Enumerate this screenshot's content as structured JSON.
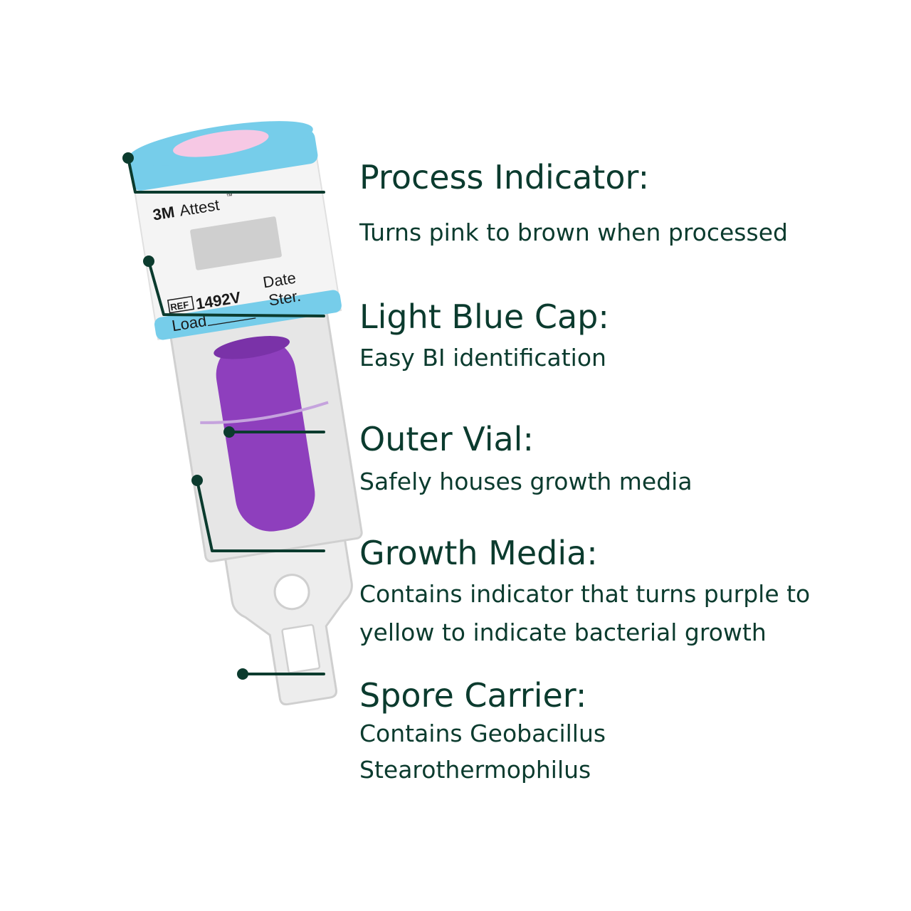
{
  "colors": {
    "text": "#0b3b2e",
    "leader": "#0b3b2e",
    "cap_blue": "#76cdea",
    "process_pink": "#f6c8e4",
    "media_purple": "#8e3fbd",
    "vial_gray": "#e9e9e9",
    "label_white": "#f4f4f4",
    "label_box": "#cfcfcf"
  },
  "vial_label": {
    "brand": "3M",
    "product": "Attest",
    "trademark": "™",
    "ref_box": "REF",
    "ref_number": "1492V",
    "load": "Load",
    "date": "Date",
    "ster": "Ster."
  },
  "callouts": [
    {
      "id": "process-indicator",
      "title": "Process Indicator:",
      "lines": [
        "Turns pink to brown when processed"
      ]
    },
    {
      "id": "light-blue-cap",
      "title": "Light Blue Cap:",
      "lines": [
        "Easy BI identification"
      ]
    },
    {
      "id": "outer-vial",
      "title": "Outer Vial:",
      "lines": [
        "Safely houses growth media"
      ]
    },
    {
      "id": "growth-media",
      "title": "Growth Media:",
      "lines": [
        "Contains indicator that turns purple to",
        "yellow to indicate bacterial growth"
      ]
    },
    {
      "id": "spore-carrier",
      "title": "Spore Carrier:",
      "lines": [
        "Contains Geobacillus",
        "Stearothermophilus"
      ]
    }
  ]
}
